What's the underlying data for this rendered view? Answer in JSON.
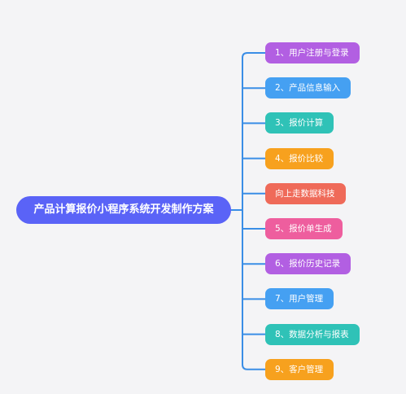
{
  "mindmap": {
    "root": {
      "label": "产品计算报价小程序系统开发制作方案",
      "color": "#5a63f7"
    },
    "line_color": "#3a8ee6",
    "branches": [
      {
        "label": "1、用户注册与登录",
        "color": "#b25fe2"
      },
      {
        "label": "2、产品信息输入",
        "color": "#45a0f2"
      },
      {
        "label": "3、报价计算",
        "color": "#2fc2b7"
      },
      {
        "label": "4、报价比较",
        "color": "#f7a11e"
      },
      {
        "label": "向上走数据科技",
        "color": "#ef6a59"
      },
      {
        "label": "5、报价单生成",
        "color": "#ee5e9e"
      },
      {
        "label": "6、报价历史记录",
        "color": "#b25fe2"
      },
      {
        "label": "7、用户管理",
        "color": "#45a0f2"
      },
      {
        "label": "8、数据分析与报表",
        "color": "#2fc2b7"
      },
      {
        "label": "9、客户管理",
        "color": "#f7a11e"
      }
    ]
  }
}
